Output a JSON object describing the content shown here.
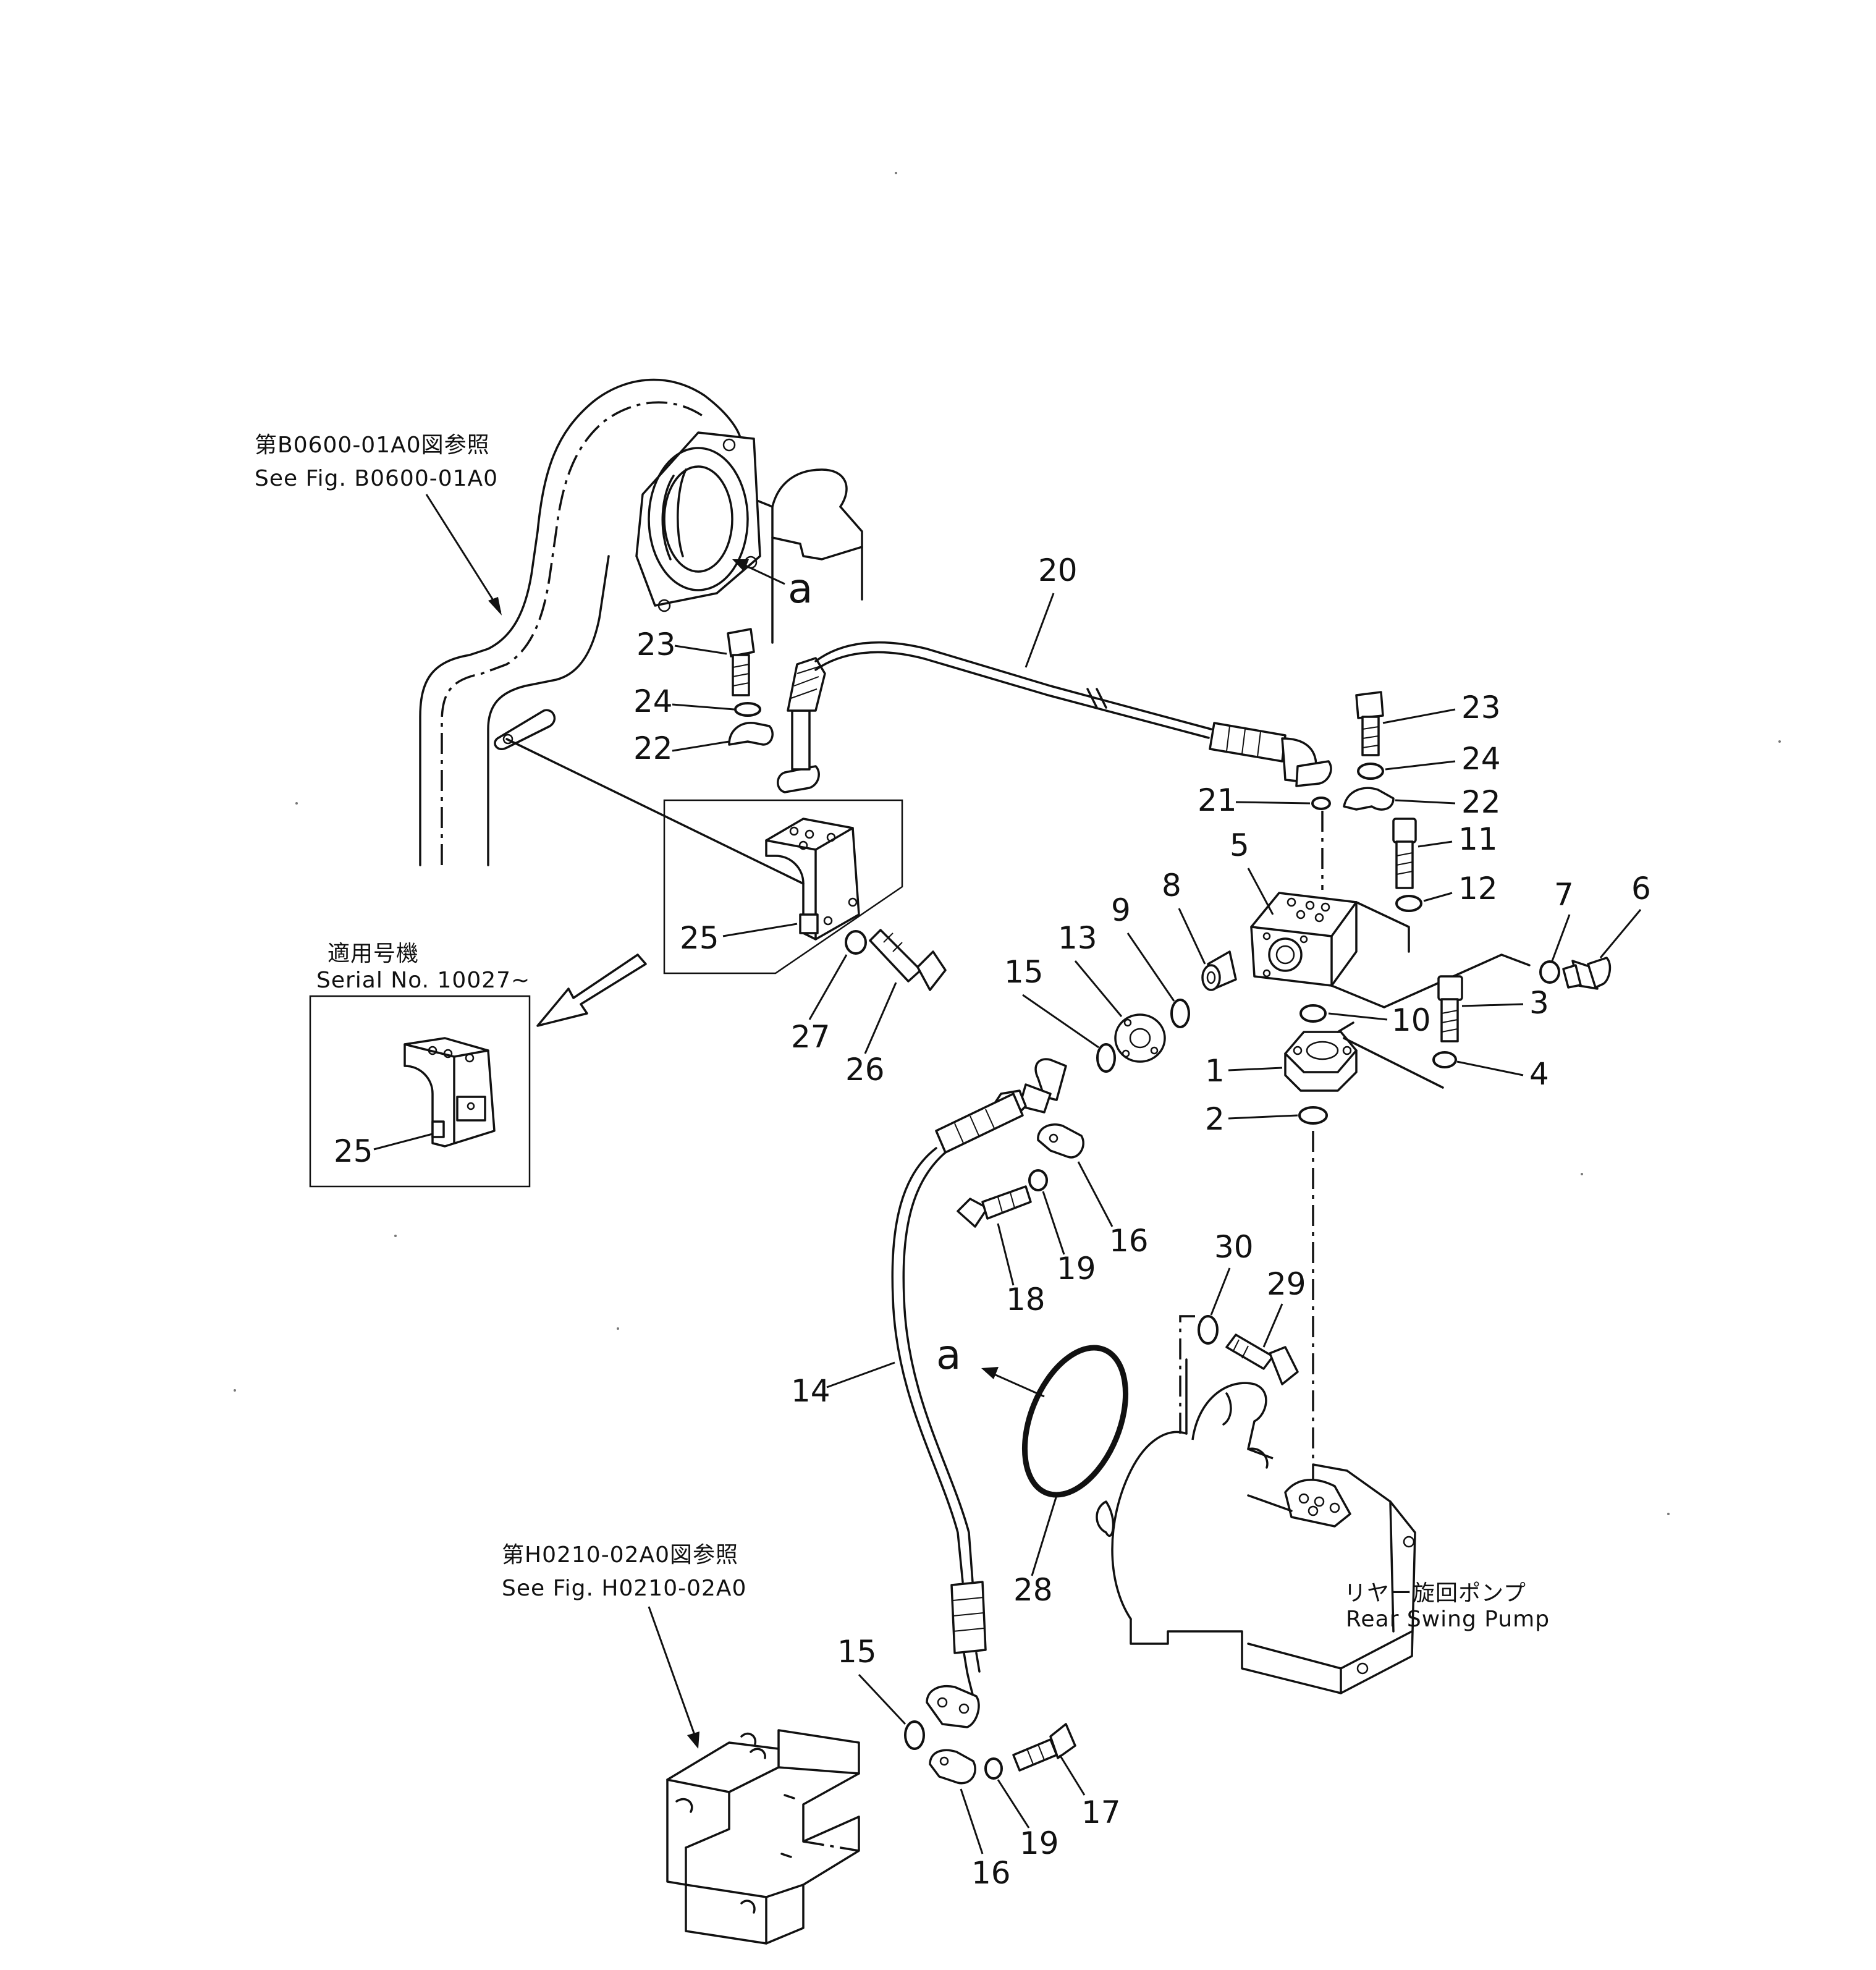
{
  "references": {
    "top_jp": "第B0600-01A0図参照",
    "top_en": "See  Fig. B0600-01A0",
    "bottom_jp": "第H0210-02A0図参照",
    "bottom_en": "See  Fig. H0210-02A0"
  },
  "serial_box": {
    "jp": "適用号機",
    "en": "Serial  No. 10027~"
  },
  "pump": {
    "jp": "リヤー旋回ポンプ",
    "en": "Rear  Swing  Pump"
  },
  "section_marks": {
    "upper": "a",
    "lower": "a"
  },
  "part_numbers": {
    "p1": "1",
    "p2": "2",
    "p3": "3",
    "p4": "4",
    "p5": "5",
    "p6": "6",
    "p7": "7",
    "p8": "8",
    "p9": "9",
    "p10": "10",
    "p11": "11",
    "p12": "12",
    "p13": "13",
    "p14": "14",
    "p15_upper": "15",
    "p15_lower": "15",
    "p16_upper": "16",
    "p16_lower": "16",
    "p17": "17",
    "p18": "18",
    "p19_upper": "19",
    "p19_lower": "19",
    "p20": "20",
    "p21": "21",
    "p22_left": "22",
    "p22_right": "22",
    "p23_left": "23",
    "p23_right": "23",
    "p24_left": "24",
    "p24_right": "24",
    "p25_main": "25",
    "p25_inset": "25",
    "p26": "26",
    "p27": "27",
    "p28": "28",
    "p29": "29",
    "p30": "30"
  }
}
